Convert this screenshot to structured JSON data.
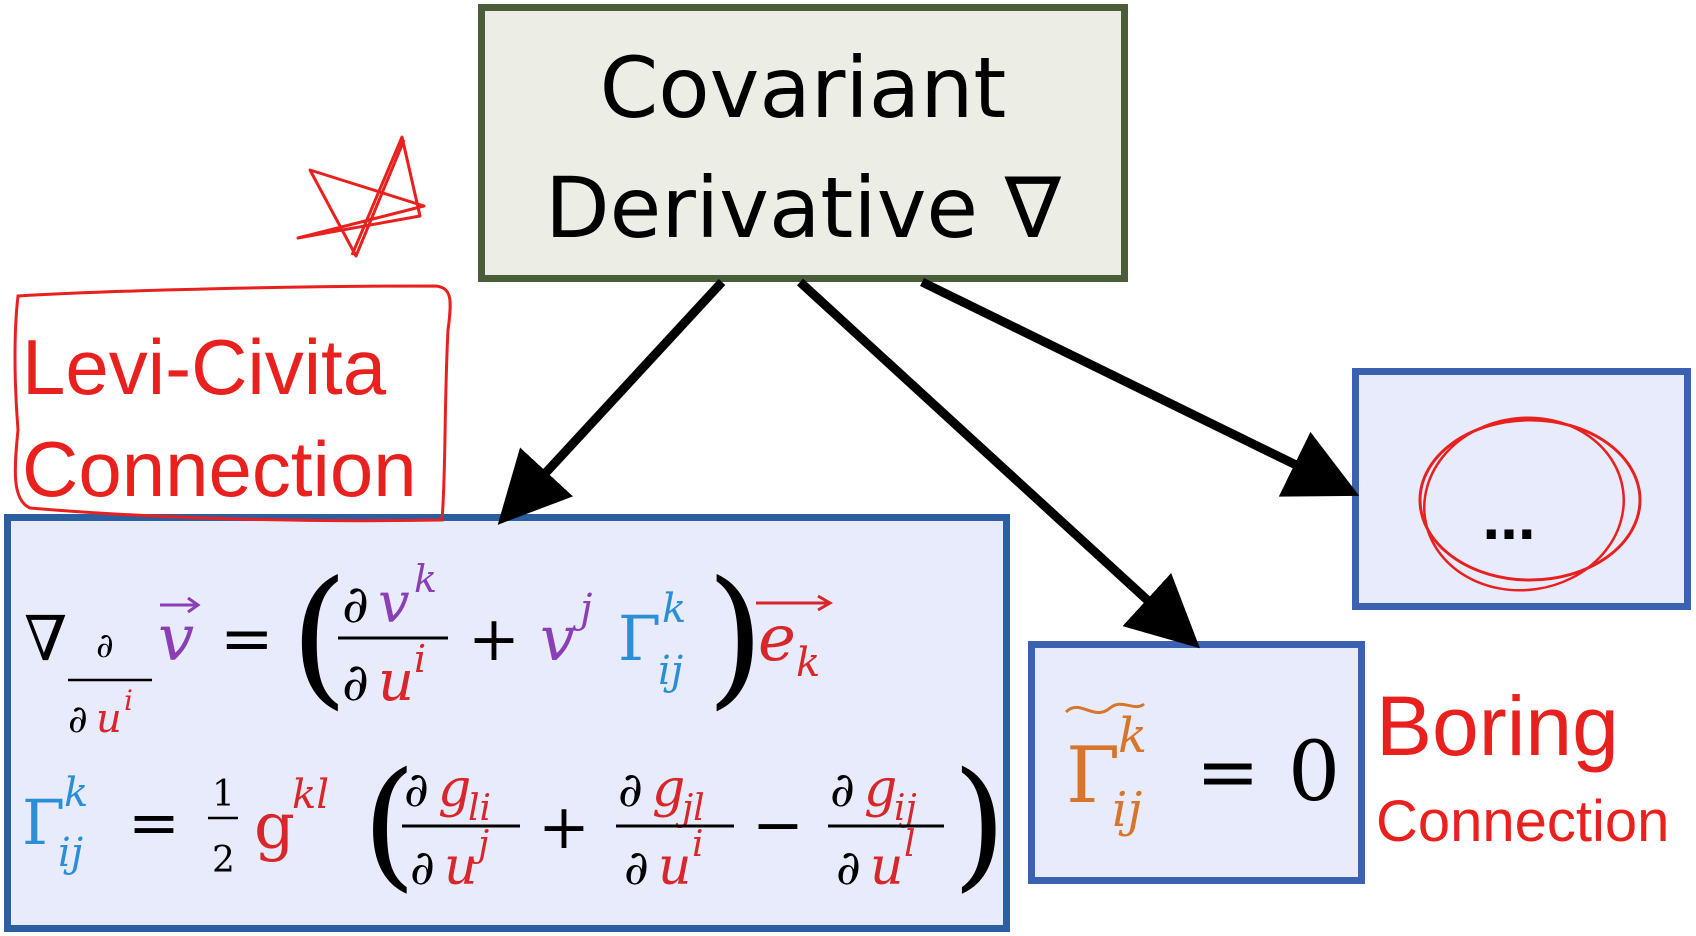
{
  "title": {
    "line1": "Covariant",
    "line2": "Derivative ∇"
  },
  "levi_civita": {
    "line1": "Levi-Civita",
    "line2": "Connection"
  },
  "boring": {
    "line1": "Boring",
    "line2": "Connection"
  },
  "other": {
    "label": "..."
  },
  "equations": {
    "nabla": "∇",
    "partial": "∂",
    "u": "u",
    "i": "i",
    "j": "j",
    "k": "k",
    "l": "l",
    "v": "v",
    "equals": "=",
    "plus": "+",
    "minus": "−",
    "gamma": "Γ",
    "ij": "ij",
    "e": "e",
    "one": "1",
    "two": "2",
    "g": "g",
    "kl": "kl",
    "li": "li",
    "jl": "jl",
    "zero": "0",
    "paren_open": "(",
    "paren_close": ")"
  },
  "colors": {
    "red": "#e8201e",
    "purple": "#8a3fb5",
    "blue": "#2a8fd6",
    "orange": "#d8752a",
    "formula_red": "#d9262a"
  }
}
